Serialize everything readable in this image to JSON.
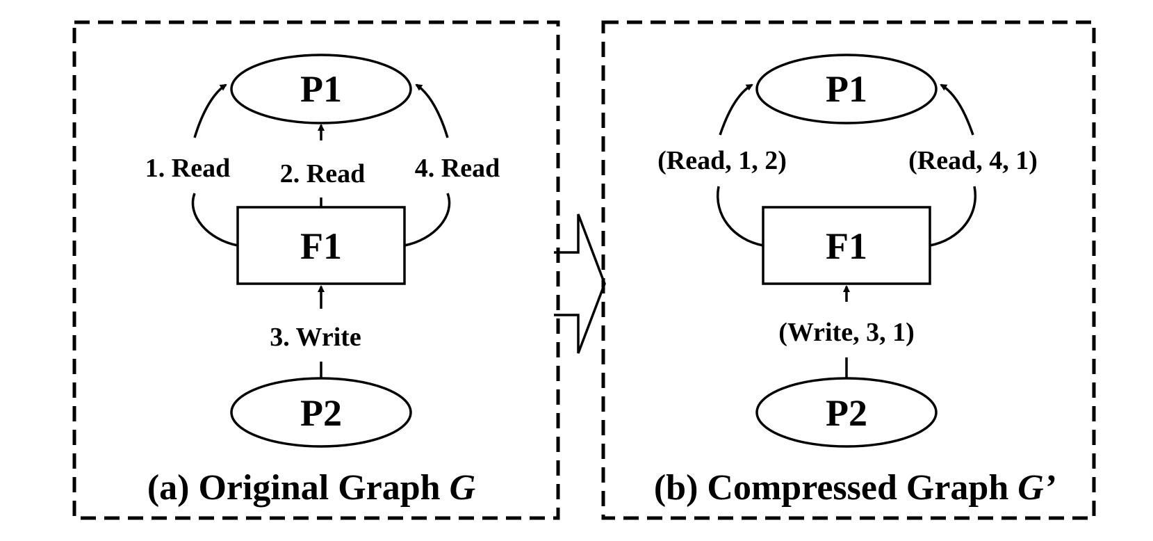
{
  "panel_a": {
    "nodes": {
      "p1": "P1",
      "f1": "F1",
      "p2": "P2"
    },
    "edges": {
      "read1": "1. Read",
      "read2": "2. Read",
      "read4": "4. Read",
      "write3": "3. Write"
    },
    "caption_prefix": "(a) Original Graph ",
    "caption_var": "G"
  },
  "panel_b": {
    "nodes": {
      "p1": "P1",
      "f1": "F1",
      "p2": "P2"
    },
    "edges": {
      "read_left": "(Read, 1, 2)",
      "read_right": "(Read, 4, 1)",
      "write": "(Write, 3, 1)"
    },
    "caption_prefix": "(b) Compressed Graph ",
    "caption_var": "G’"
  }
}
